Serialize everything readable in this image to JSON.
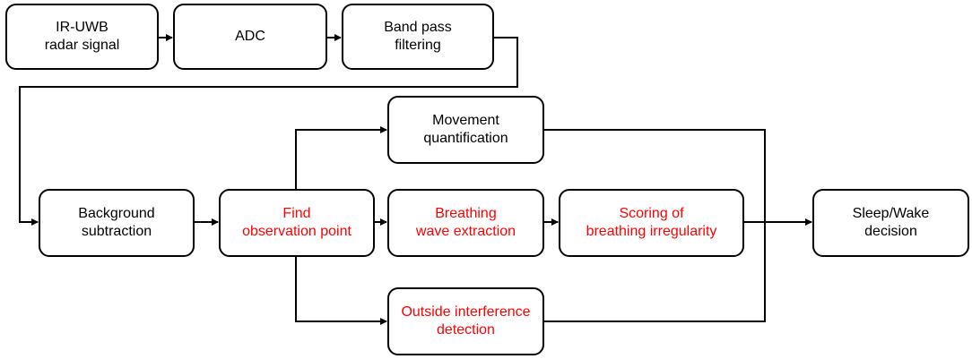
{
  "nodes": {
    "ir_uwb": {
      "label": "IR-UWB\nradar signal",
      "color": "#000000"
    },
    "adc": {
      "label": "ADC",
      "color": "#000000"
    },
    "bandpass": {
      "label": "Band pass\nfiltering",
      "color": "#000000"
    },
    "background": {
      "label": "Background\nsubtraction",
      "color": "#000000"
    },
    "find_obs": {
      "label": "Find\nobservation point",
      "color": "#ff0000"
    },
    "movement": {
      "label": "Movement\nquantification",
      "color": "#000000"
    },
    "breathing": {
      "label": "Breathing\nwave extraction",
      "color": "#ff0000"
    },
    "scoring": {
      "label": "Scoring of\nbreathing irregularity",
      "color": "#ff0000"
    },
    "outside": {
      "label": "Outside interference\ndetection",
      "color": "#ff0000"
    },
    "sleep_wake": {
      "label": "Sleep/Wake\ndecision",
      "color": "#000000"
    }
  },
  "edges": [
    [
      "ir_uwb",
      "adc"
    ],
    [
      "adc",
      "bandpass"
    ],
    [
      "bandpass",
      "background"
    ],
    [
      "background",
      "find_obs"
    ],
    [
      "find_obs",
      "movement"
    ],
    [
      "find_obs",
      "breathing"
    ],
    [
      "find_obs",
      "outside"
    ],
    [
      "breathing",
      "scoring"
    ],
    [
      "movement",
      "sleep_wake"
    ],
    [
      "scoring",
      "sleep_wake"
    ],
    [
      "outside",
      "sleep_wake"
    ]
  ]
}
